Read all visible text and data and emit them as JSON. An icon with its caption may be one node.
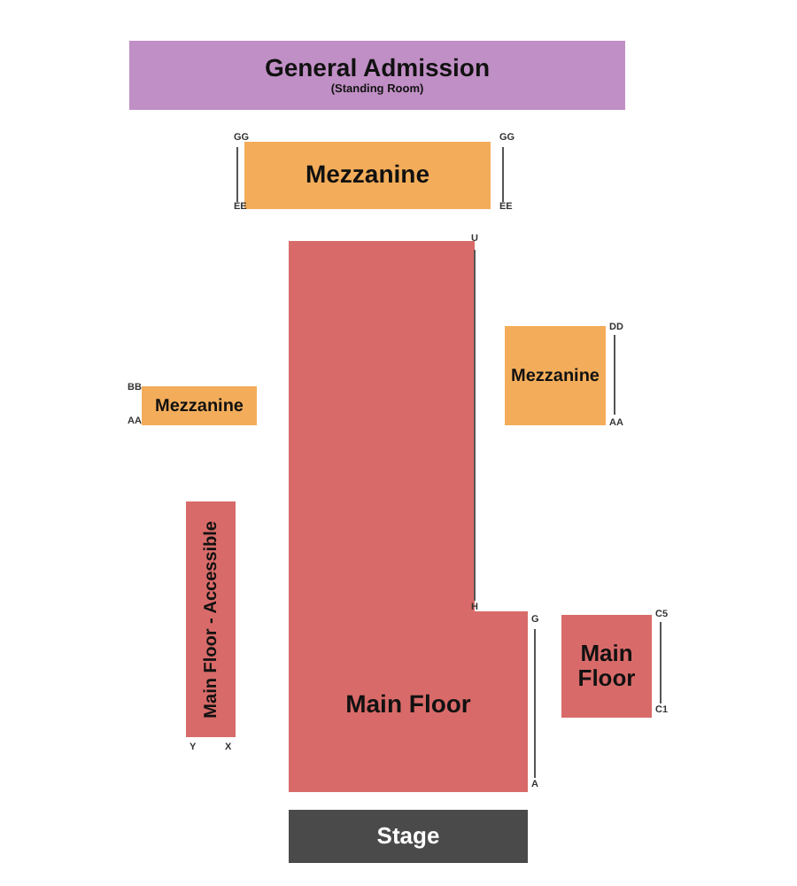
{
  "diagram": {
    "nodes": [
      {
        "text": [
          "General Admission",
          "(Standing Room)"
        ]
      },
      {
        "text": [
          "Mezzanine"
        ]
      },
      {
        "text": [
          "Mezzanine"
        ]
      },
      {
        "text": [
          "Mezzanine"
        ]
      },
      {
        "text": [
          "Main Floor - Accessible"
        ]
      },
      {
        "text": [
          "Main Floor"
        ]
      },
      {
        "text": [
          "Main Floor"
        ]
      },
      {
        "text": [
          "Stage"
        ]
      }
    ],
    "edges": [],
    "labels": [
      "GG",
      "GG",
      "EE",
      "EE",
      "U",
      "DD",
      "BB",
      "AA",
      "AA",
      "H",
      "G",
      "C5",
      "C1",
      "Y",
      "X",
      "A"
    ]
  }
}
